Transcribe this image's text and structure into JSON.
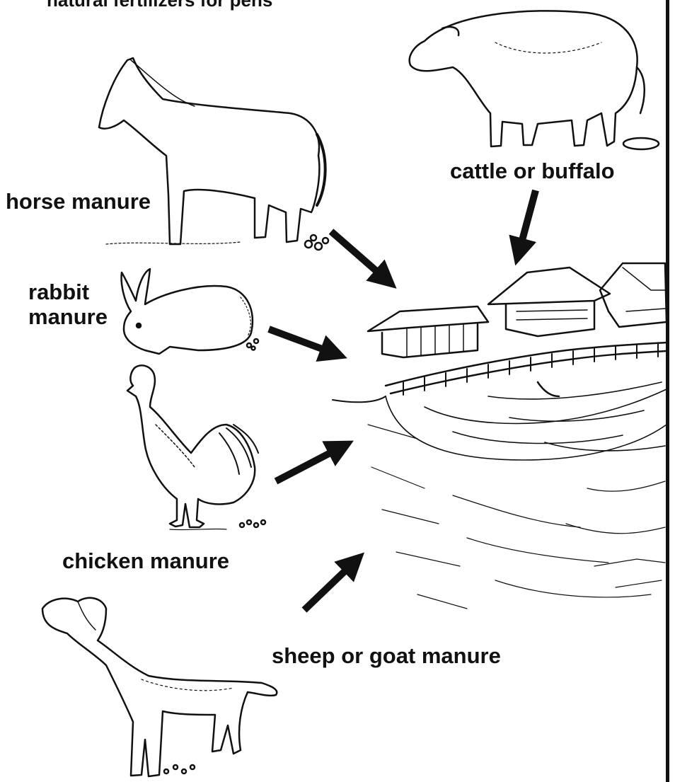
{
  "title": "natural fertilizers for pens",
  "labels": {
    "horse": "horse manure",
    "rabbit_line1": "rabbit",
    "rabbit_line2": "manure",
    "cattle": "cattle or buffalo",
    "chicken": "chicken manure",
    "sheep": "sheep or goat manure"
  },
  "icons": [
    "horse-icon",
    "cow-icon",
    "rabbit-icon",
    "rooster-icon",
    "goat-icon",
    "pen-houses-icon",
    "pond-icon"
  ],
  "colors": {
    "ink": "#111111",
    "paper": "#ffffff"
  }
}
